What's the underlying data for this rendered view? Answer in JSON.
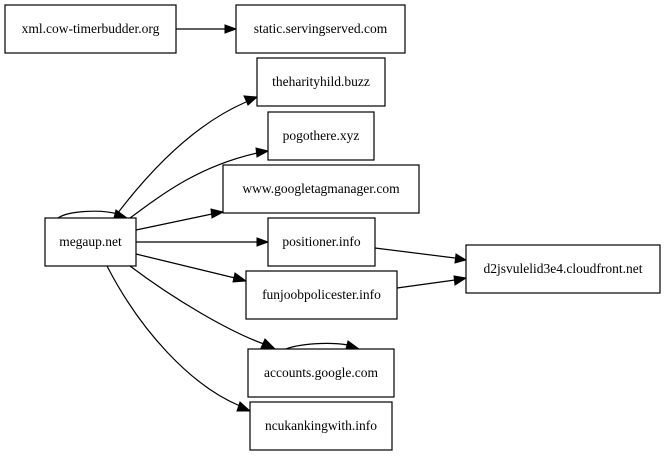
{
  "graph": {
    "nodes": {
      "n1": {
        "label": "xml.cow-timerbudder.org"
      },
      "n2": {
        "label": "static.servingserved.com"
      },
      "n3": {
        "label": "theharityhild.buzz"
      },
      "n4": {
        "label": "pogothere.xyz"
      },
      "n5": {
        "label": "www.googletagmanager.com"
      },
      "n6": {
        "label": "megaup.net"
      },
      "n7": {
        "label": "positioner.info"
      },
      "n8": {
        "label": "d2jsvulelid3e4.cloudfront.net"
      },
      "n9": {
        "label": "funjoobpolicester.info"
      },
      "n10": {
        "label": "accounts.google.com"
      },
      "n11": {
        "label": "ncukankingwith.info"
      }
    },
    "edges": [
      {
        "from": "n1",
        "to": "n2"
      },
      {
        "from": "n6",
        "to": "n6"
      },
      {
        "from": "n6",
        "to": "n3"
      },
      {
        "from": "n6",
        "to": "n4"
      },
      {
        "from": "n6",
        "to": "n5"
      },
      {
        "from": "n6",
        "to": "n7"
      },
      {
        "from": "n6",
        "to": "n9"
      },
      {
        "from": "n6",
        "to": "n10"
      },
      {
        "from": "n6",
        "to": "n11"
      },
      {
        "from": "n7",
        "to": "n8"
      },
      {
        "from": "n9",
        "to": "n8"
      },
      {
        "from": "n10",
        "to": "n10"
      }
    ]
  }
}
